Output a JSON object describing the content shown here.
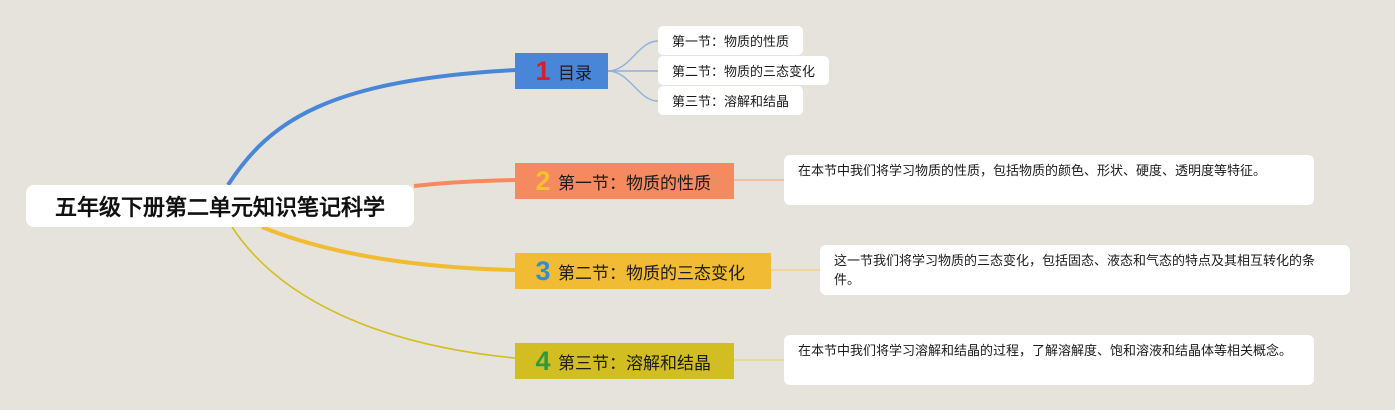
{
  "root": {
    "title": "五年级下册第二单元知识笔记科学"
  },
  "topics": [
    {
      "number": "1",
      "label": "目录"
    },
    {
      "number": "2",
      "label": "第一节：物质的性质"
    },
    {
      "number": "3",
      "label": "第二节：物质的三态变化"
    },
    {
      "number": "4",
      "label": "第三节：溶解和结晶"
    }
  ],
  "toc_items": [
    "第一节：物质的性质",
    "第二节：物质的三态变化",
    "第三节：溶解和结晶"
  ],
  "notes": [
    "在本节中我们将学习物质的性质，包括物质的颜色、形状、硬度、透明度等特征。",
    "这一节我们将学习物质的三态变化，包括固态、液态和气态的特点及其相互转化的条件。",
    "在本节中我们将学习溶解和结晶的过程，了解溶解度、饱和溶液和结晶体等相关概念。"
  ],
  "colors": {
    "background": "#e6e3dc",
    "branch_1": "#4a86d8",
    "branch_2": "#f58a60",
    "branch_3": "#f1bb34",
    "branch_4": "#d3be22"
  }
}
